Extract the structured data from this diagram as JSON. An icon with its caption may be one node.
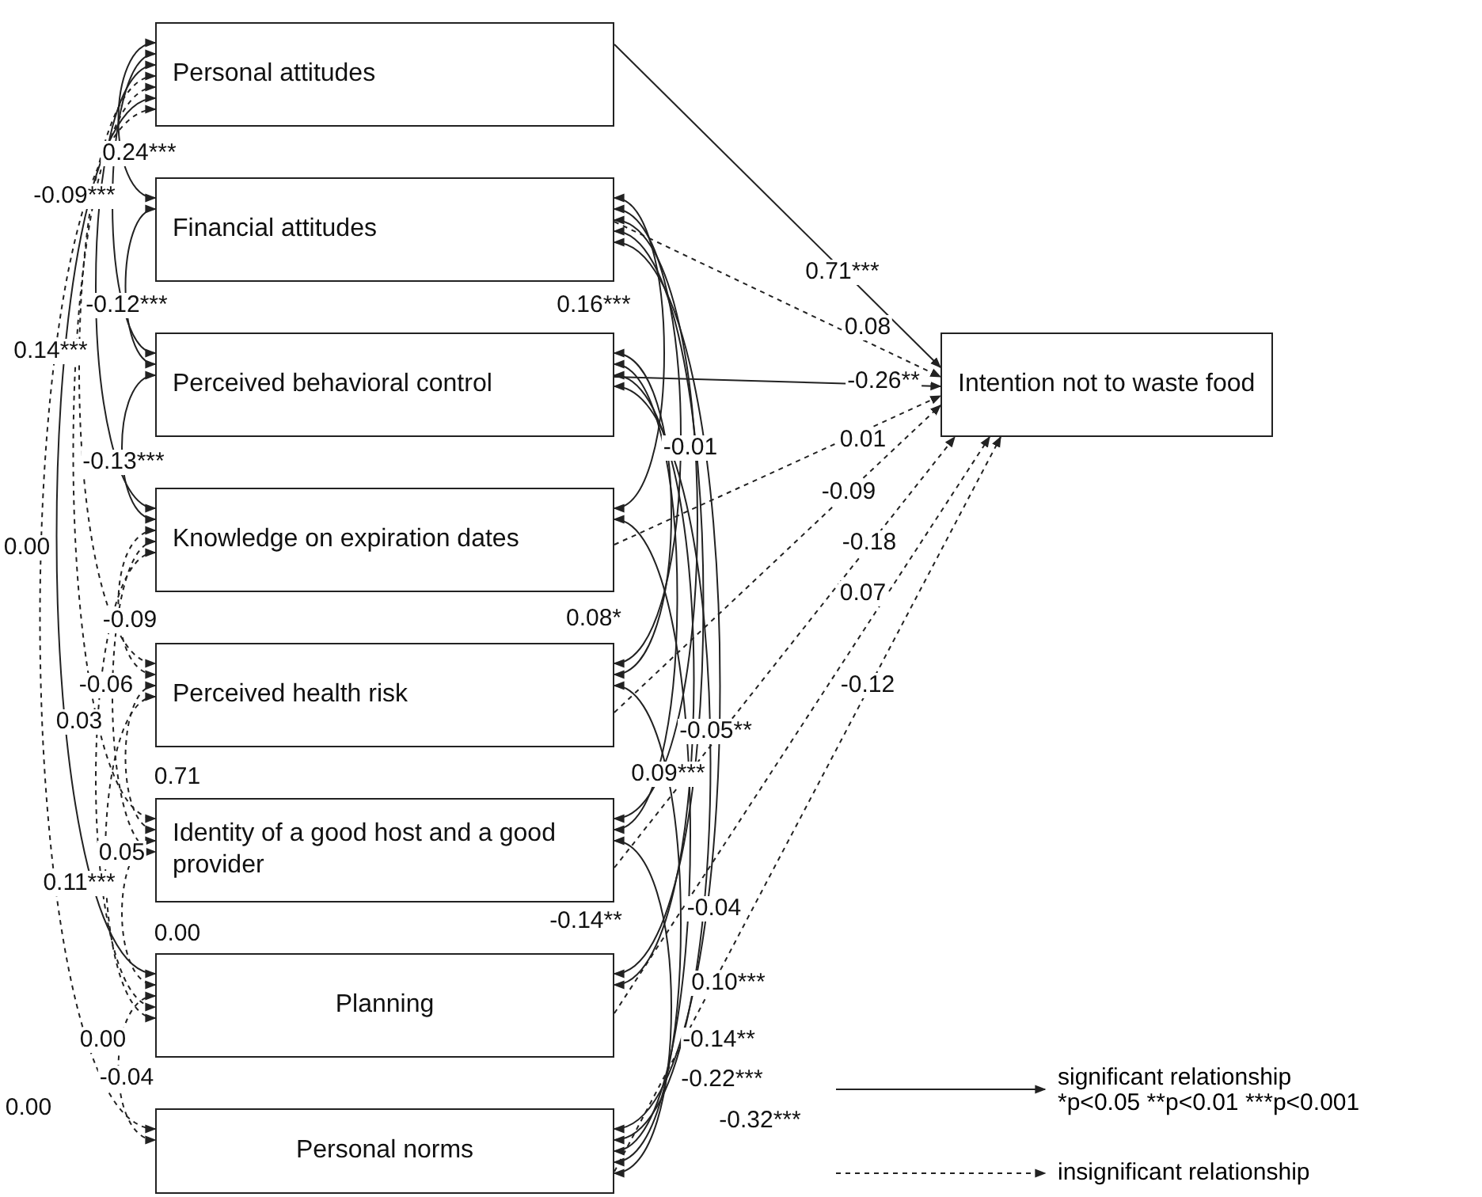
{
  "diagram": {
    "nodes": [
      {
        "text": [
          "Personal attitudes"
        ]
      },
      {
        "text": [
          "Financial attitudes"
        ]
      },
      {
        "text": [
          "Perceived behavioral control"
        ]
      },
      {
        "text": [
          "Knowledge on expiration dates"
        ]
      },
      {
        "text": [
          "Perceived health risk"
        ]
      },
      {
        "text": [
          "Identity of a good host and a good provider"
        ]
      },
      {
        "text": [
          "Planning"
        ]
      },
      {
        "text": [
          "Personal norms"
        ]
      },
      {
        "text": [
          "Intention not to waste food"
        ]
      }
    ],
    "edges": [
      {
        "from": 0,
        "to": 8,
        "arrow": "to",
        "label": "0.71***"
      },
      {
        "from": 1,
        "to": 8,
        "arrow": "to",
        "label": "0.08",
        "style": "dashed"
      },
      {
        "from": 2,
        "to": 8,
        "arrow": "to",
        "label": "-0.26**"
      },
      {
        "from": 3,
        "to": 8,
        "arrow": "to",
        "label": "0.01",
        "style": "dashed"
      },
      {
        "from": 4,
        "to": 8,
        "arrow": "to",
        "label": "-0.09",
        "style": "dashed"
      },
      {
        "from": 5,
        "to": 8,
        "arrow": "to",
        "label": "-0.18",
        "style": "dashed"
      },
      {
        "from": 6,
        "to": 8,
        "arrow": "to",
        "label": "0.07",
        "style": "dashed"
      },
      {
        "from": 7,
        "to": 8,
        "arrow": "to",
        "label": "-0.12",
        "style": "dashed"
      },
      {
        "from": 0,
        "to": 1,
        "arrow": "both"
      },
      {
        "from": 0,
        "to": 2,
        "arrow": "both"
      },
      {
        "from": 0,
        "to": 3,
        "arrow": "both"
      },
      {
        "from": 0,
        "to": 4,
        "arrow": "both",
        "style": "dashed"
      },
      {
        "from": 0,
        "to": 5,
        "arrow": "both",
        "style": "dashed"
      },
      {
        "from": 0,
        "to": 6,
        "arrow": "both"
      },
      {
        "from": 0,
        "to": 7,
        "arrow": "both",
        "style": "dashed"
      },
      {
        "from": 1,
        "to": 2,
        "arrow": "both"
      },
      {
        "from": 2,
        "to": 3,
        "arrow": "both"
      },
      {
        "from": 3,
        "to": 4,
        "arrow": "both",
        "style": "dashed"
      },
      {
        "from": 4,
        "to": 5,
        "arrow": "both",
        "style": "dashed"
      },
      {
        "from": 5,
        "to": 6,
        "arrow": "both",
        "style": "dashed"
      },
      {
        "from": 6,
        "to": 7,
        "arrow": "both",
        "style": "dashed"
      },
      {
        "from": 3,
        "to": 5,
        "arrow": "both",
        "style": "dashed"
      },
      {
        "from": 3,
        "to": 6,
        "arrow": "both",
        "style": "dashed"
      },
      {
        "from": 4,
        "to": 6,
        "arrow": "both",
        "style": "dashed"
      },
      {
        "from": 1,
        "to": 3,
        "arrow": "both"
      },
      {
        "from": 1,
        "to": 4,
        "arrow": "both"
      },
      {
        "from": 1,
        "to": 5,
        "arrow": "both"
      },
      {
        "from": 1,
        "to": 6,
        "arrow": "both"
      },
      {
        "from": 1,
        "to": 7,
        "arrow": "both"
      },
      {
        "from": 2,
        "to": 4,
        "arrow": "both"
      },
      {
        "from": 2,
        "to": 5,
        "arrow": "both"
      },
      {
        "from": 2,
        "to": 6,
        "arrow": "both"
      },
      {
        "from": 2,
        "to": 7,
        "arrow": "both"
      },
      {
        "from": 3,
        "to": 7,
        "arrow": "both"
      },
      {
        "from": 4,
        "to": 7,
        "arrow": "both"
      },
      {
        "from": 5,
        "to": 7,
        "arrow": "both"
      }
    ],
    "labels": [
      "0.24***",
      "-0.09***",
      "-0.12***",
      "0.16***",
      "0.14***",
      "-0.13***",
      "-0.01",
      "0.00",
      "-0.09",
      "0.08*",
      "-0.06",
      "0.03",
      "-0.05**",
      "0.71",
      "0.09***",
      "0.05",
      "0.11***",
      "-0.04",
      "0.00",
      "-0.14**",
      "0.10***",
      "*p<0.05  **p<0.01  ***p<0.001",
      "0.00",
      "-0.14**",
      "-0.04",
      "-0.22***",
      "0.00",
      "-0.32***"
    ],
    "legend": [
      {
        "text": "significant relationship"
      },
      {
        "text": "insignificant relationship"
      }
    ]
  }
}
